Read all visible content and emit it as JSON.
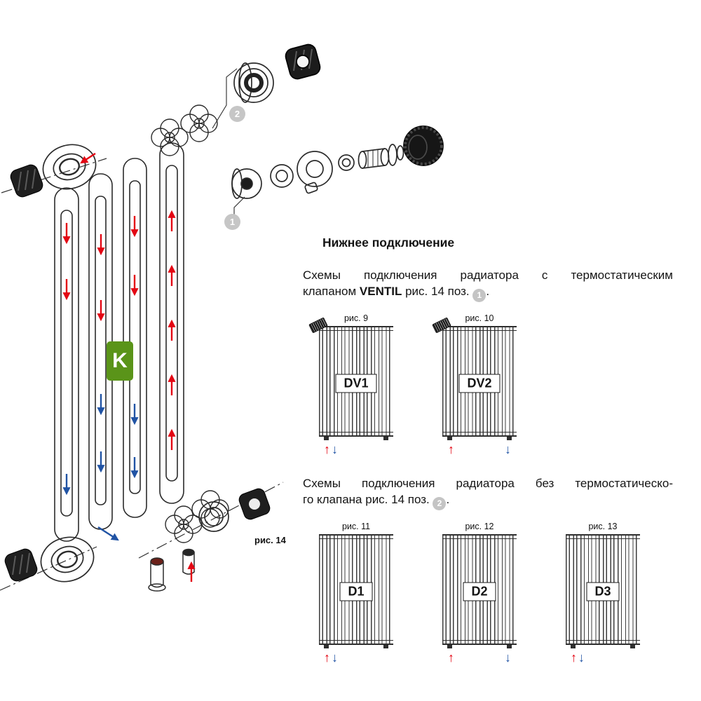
{
  "colors": {
    "hot_flow": "#e30613",
    "cold_flow": "#2053a4",
    "line": "#2b2b2b",
    "callout_bg": "#c6c6c6",
    "logo_green": "#5a9419"
  },
  "figure": {
    "caption": "рис. 14",
    "logo_letter": "K",
    "callout_1": "1",
    "callout_2": "2"
  },
  "symbols": {
    "up": "↑",
    "down": "↓"
  },
  "section": {
    "title": "Нижнее подключение",
    "para1": {
      "line1": "Схемы подключения радиатора с термостатическим",
      "line2_pre": "клапаном ",
      "line2_bold": "VENTIL",
      "line2_post": " рис. 14 поз. ",
      "badge": "1",
      "tail": "."
    },
    "para2": {
      "line1": "Схемы подключения радиатора без термостатическо-",
      "line2": "го клапана рис. 14 поз. ",
      "badge": "2",
      "tail": "."
    }
  },
  "row1": [
    {
      "caption": "рис. 9",
      "label": "DV1",
      "arrows_class": "arrows pair"
    },
    {
      "caption": "рис. 10",
      "label": "DV2",
      "arrows_class": "arrows split"
    }
  ],
  "row2": [
    {
      "caption": "рис. 11",
      "label": "D1",
      "arrows_class": "arrows pair"
    },
    {
      "caption": "рис. 12",
      "label": "D2",
      "arrows_class": "arrows split"
    },
    {
      "caption": "рис. 13",
      "label": "D3",
      "arrows_class": "arrows pair"
    }
  ]
}
